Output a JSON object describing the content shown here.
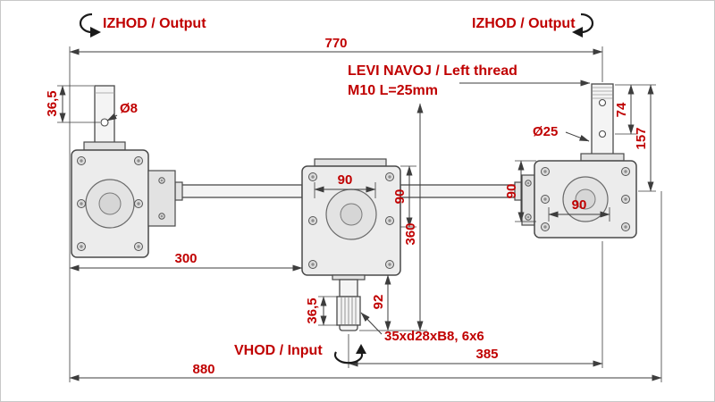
{
  "labels": {
    "output_left": "IZHOD / Output",
    "output_right": "IZHOD / Output",
    "thread_note_line1": "LEVI NAVOJ / Left thread",
    "thread_note_line2": "M10 L=25mm",
    "input": "VHOD / Input",
    "spline_spec": "35xd28xB8, 6x6",
    "hole_dia": "Ø8",
    "shaft_dia": "Ø25"
  },
  "dims": {
    "top_span": "770",
    "overall_width": "880",
    "left_section": "300",
    "right_section": "385",
    "output_height": "360",
    "input_length": "92",
    "input_spline": "36,5",
    "hole_offset": "36,5",
    "right_hole_offset": "74",
    "right_shaft_height": "157",
    "mid_width": "90",
    "mid_height": "90",
    "right_offset": "90",
    "right_width": "90"
  },
  "colors": {
    "dimension_text": "#c00000",
    "line_color": "#3d3d3d",
    "body_fill": "#ececec",
    "background": "#ffffff"
  }
}
